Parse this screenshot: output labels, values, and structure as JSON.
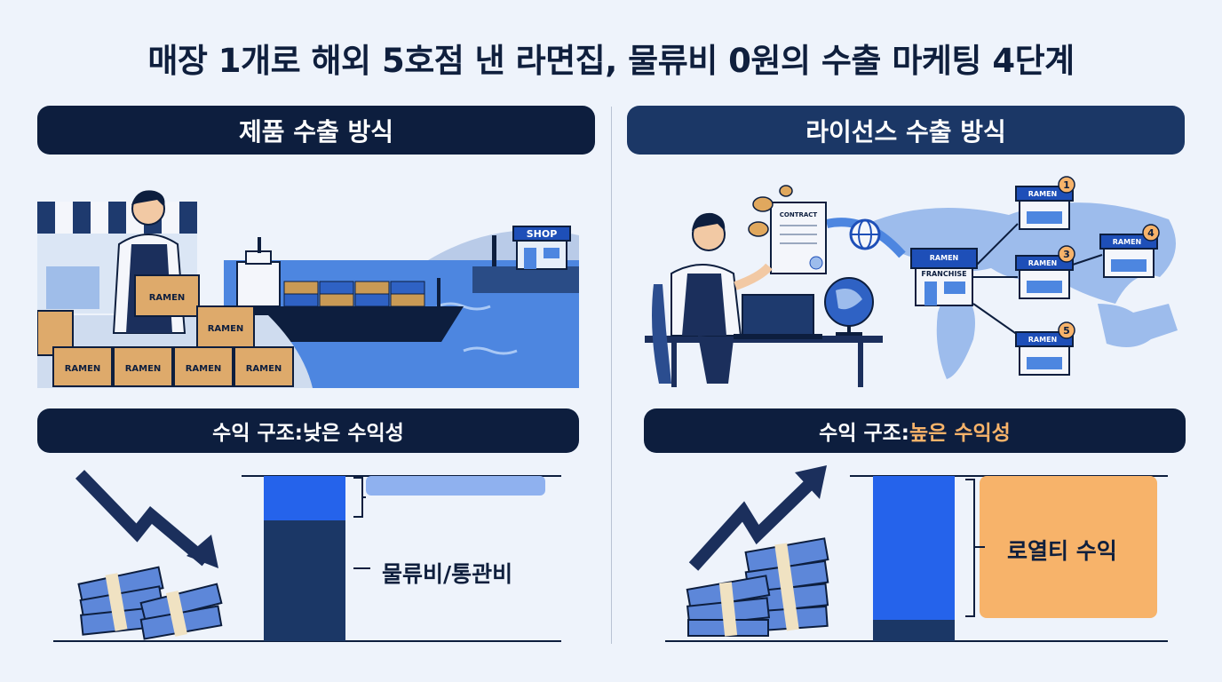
{
  "title": "매장 1개로 해외 5호점 낸 라면집, 물류비 0원의 수출 마케팅 4단계",
  "left": {
    "header": "제품 수출 방식",
    "profit_prefix": "수익 구조: ",
    "profit_value": "낮은 수익성",
    "bar_label": "물류비/통관비",
    "shop_sign": "SHOP",
    "box_label": "RAMEN"
  },
  "right": {
    "header": "라이선스 수출 방식",
    "profit_prefix": "수익 구조: ",
    "profit_value": "높은 수익성",
    "bar_label": "로열티 수익",
    "contract_label": "CONTRACT",
    "franchise_top": "RAMEN",
    "franchise_bottom": "FRANCHISE",
    "branch_numbers": [
      "1",
      "3",
      "4",
      "5"
    ]
  },
  "colors": {
    "navy": "#0d1e3e",
    "mid_navy": "#1b3766",
    "blue": "#2563eb",
    "orange": "#f7b36a"
  }
}
